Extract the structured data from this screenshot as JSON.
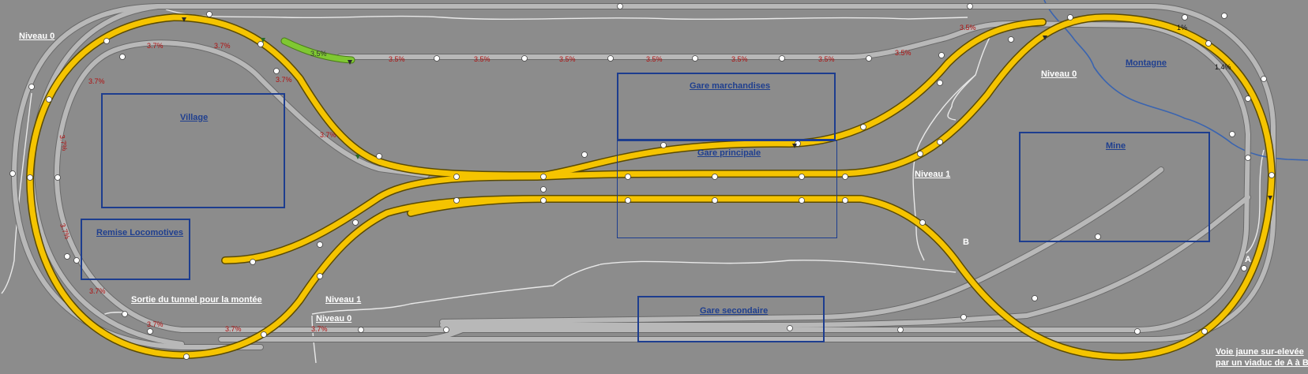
{
  "zones": {
    "village": "Village",
    "remise": "Remise Locomotives",
    "gare_marchandises": "Gare marchandises",
    "gare_principale": "Gare principale",
    "gare_secondaire": "Gare secondaire",
    "mine": "Mine",
    "montagne": "Montagne"
  },
  "labels": {
    "niveau0_topleft": "Niveau 0",
    "niveau0_right": "Niveau 0",
    "niveau0_bottom": "Niveau 0",
    "niveau1_right": "Niveau 1",
    "niveau1_bottom": "Niveau 1",
    "sortie_tunnel": "Sortie du tunnel pour la montée",
    "point_a": "A",
    "point_b": "B",
    "voie_jaune_1": "Voie jaune sur-elevée",
    "voie_jaune_2": "par un viaduc de A à B"
  },
  "grades": {
    "g37": "3.7%",
    "g35": "3.5%",
    "g14": "1.4%",
    "g1": "1%"
  },
  "colors": {
    "background": "#8c8c8c",
    "track_grey": "#b4b4b4",
    "track_yellow": "#f5c400",
    "track_green": "#7fc832",
    "zone_border": "#1d3d8f",
    "river": "#3a64b0"
  }
}
